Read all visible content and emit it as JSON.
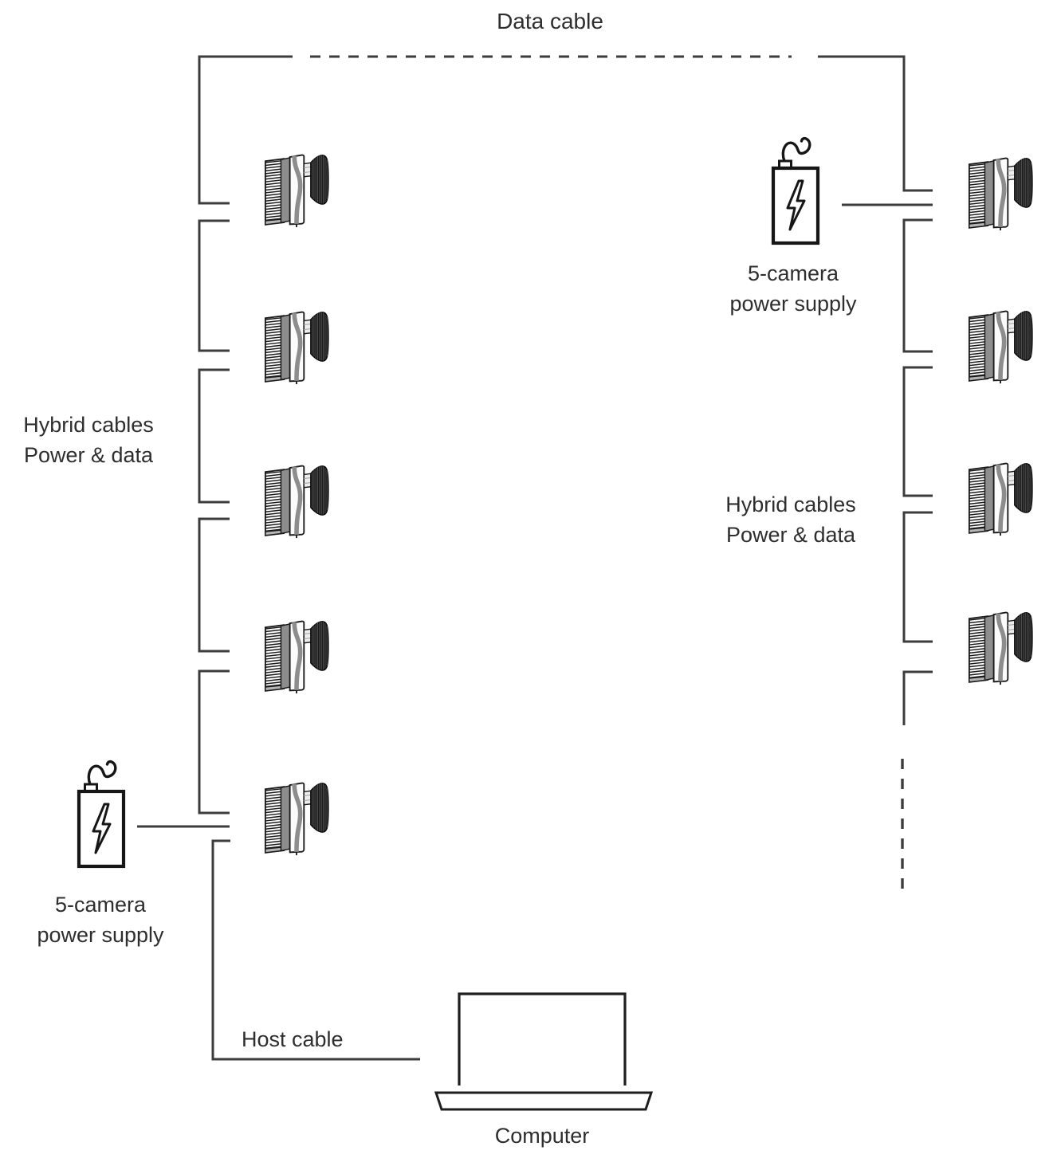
{
  "diagram": {
    "data_cable_label": "Data cable",
    "host_cable_label": "Host cable",
    "computer_label": "Computer",
    "left_chain": {
      "camera_count": 5,
      "hybrid_label_line1": "Hybrid cables",
      "hybrid_label_line2": "Power & data",
      "power_supply_label_line1": "5-camera",
      "power_supply_label_line2": "power supply"
    },
    "right_chain": {
      "camera_count": 4,
      "has_dashed_continuation": true,
      "hybrid_label_line1": "Hybrid cables",
      "hybrid_label_line2": "Power & data",
      "power_supply_label_line1": "5-camera",
      "power_supply_label_line2": "power supply"
    },
    "icons": [
      "camera-icon",
      "power-supply-icon",
      "lightning-bolt-icon",
      "laptop-icon"
    ],
    "colors": {
      "line": "#3c3c3c",
      "device_stroke": "#161616",
      "text": "#2e2e2e",
      "background": "#ffffff",
      "camera_dark": "#191919",
      "camera_gray": "#8d8d8d"
    }
  }
}
